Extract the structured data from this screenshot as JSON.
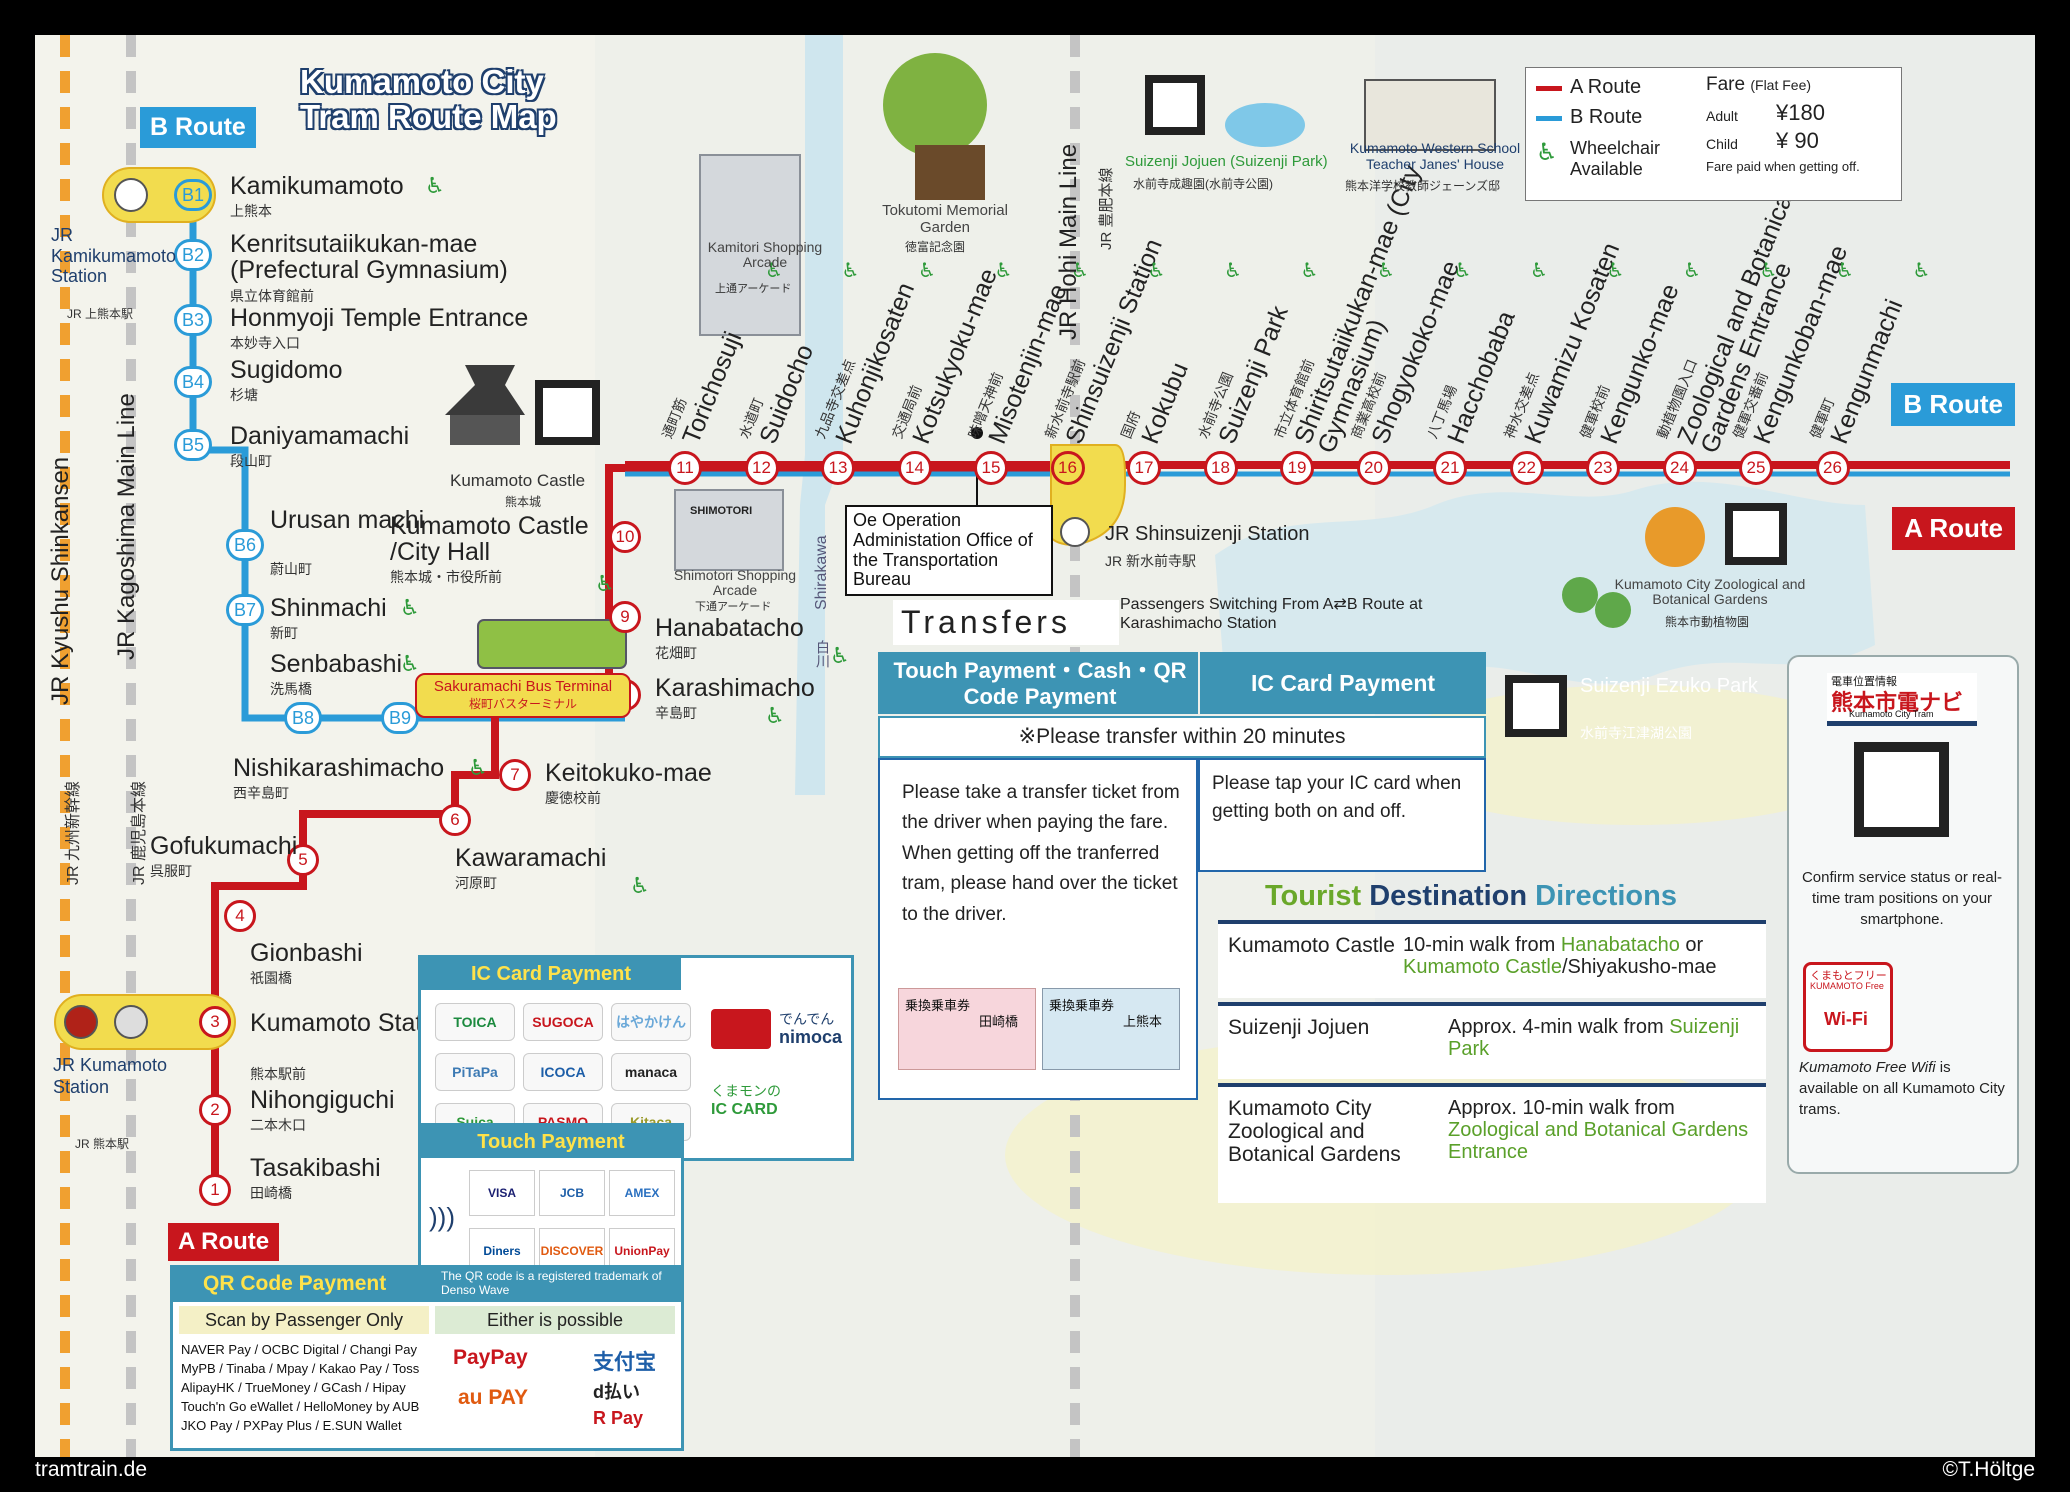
{
  "title": "Kumamoto City Tram Route Map",
  "colors": {
    "a_route": "#c8161d",
    "b_route": "#2a9bd8",
    "river": "#cfe6ee",
    "yellow": "#f2dc4e",
    "navy": "#1f3f6d",
    "green": "#2e9a3a"
  },
  "route_labels": {
    "b_top": "B Route",
    "b_right": "B Route",
    "a_right": "A Route",
    "a_bottom": "A Route"
  },
  "b_stations": [
    {
      "code": "B1",
      "name": "Kamikumamoto",
      "jp": "上熊本"
    },
    {
      "code": "B2",
      "name": "Kenritsutaiikukan-mae (Prefectural Gymnasium)",
      "jp": "県立体育館前"
    },
    {
      "code": "B3",
      "name": "Honmyoji Temple Entrance",
      "jp": "本妙寺入口"
    },
    {
      "code": "B4",
      "name": "Sugidomo",
      "jp": "杉塘"
    },
    {
      "code": "B5",
      "name": "Daniyamamachi",
      "jp": "段山町"
    },
    {
      "code": "B6",
      "name": "Urusan machi",
      "jp": "蔚山町"
    },
    {
      "code": "B7",
      "name": "Shinmachi",
      "jp": "新町"
    },
    {
      "code": "B8",
      "name": "Senbabashi",
      "jp": "洗馬橋"
    },
    {
      "code": "B9",
      "name": "Nishikarashimacho",
      "jp": "西辛島町"
    }
  ],
  "a_stations": [
    {
      "num": "1",
      "name": "Tasakibashi",
      "jp": "田崎橋"
    },
    {
      "num": "2",
      "name": "Nihongiguchi",
      "jp": "二本木口"
    },
    {
      "num": "3",
      "name": "Kumamoto Station",
      "jp": "熊本駅前"
    },
    {
      "num": "4",
      "name": "Gionbashi",
      "jp": "祇園橋"
    },
    {
      "num": "5",
      "name": "Gofukumachi",
      "jp": "呉服町"
    },
    {
      "num": "6",
      "name": "Kawaramachi",
      "jp": "河原町"
    },
    {
      "num": "7",
      "name": "Keitokuko-mae",
      "jp": "慶徳校前"
    },
    {
      "num": "8",
      "name": "Karashimacho",
      "jp": "辛島町"
    },
    {
      "num": "9",
      "name": "Hanabatacho",
      "jp": "花畑町"
    },
    {
      "num": "10",
      "name": "Kumamoto Castle /City Hall",
      "jp": "熊本城・市役所前"
    }
  ],
  "top_stations": [
    {
      "num": "11",
      "name": "Torichosuji",
      "jp": "通町筋"
    },
    {
      "num": "12",
      "name": "Suidocho",
      "jp": "水道町"
    },
    {
      "num": "13",
      "name": "Kuhonjikosaten",
      "jp": "九品寺交差点"
    },
    {
      "num": "14",
      "name": "Kotsukyoku-mae",
      "jp": "交通局前"
    },
    {
      "num": "15",
      "name": "Misotenjin-mae",
      "jp": "味噌天神前"
    },
    {
      "num": "16",
      "name": "Shinsuizenji Station",
      "jp": "新水前寺駅前"
    },
    {
      "num": "17",
      "name": "Kokubu",
      "jp": "国府"
    },
    {
      "num": "18",
      "name": "Suizenji Park",
      "jp": "水前寺公園"
    },
    {
      "num": "19",
      "name": "Shiritsutaiikukan-mae (City Gymnasium)",
      "jp": "市立体育館前"
    },
    {
      "num": "20",
      "name": "Shogyokoko-mae",
      "jp": "商業高校前"
    },
    {
      "num": "21",
      "name": "Hacchobaba",
      "jp": "八丁馬場"
    },
    {
      "num": "22",
      "name": "Kuwamizu Kosaten",
      "jp": "神水交差点"
    },
    {
      "num": "23",
      "name": "Kengunko-mae",
      "jp": "健軍校前"
    },
    {
      "num": "24",
      "name": "Zoological and Botanical Gardens Entrance",
      "jp": "動植物園入口"
    },
    {
      "num": "25",
      "name": "Kengunkoban-mae",
      "jp": "健軍交番前"
    },
    {
      "num": "26",
      "name": "Kengunmachi",
      "jp": "健軍町"
    }
  ],
  "rail_lines": {
    "shinkansen": "JR Kyushu Shinkansen",
    "shinkansen_jp": "JR 九州新幹線",
    "kagoshima": "JR Kagoshima Main Line",
    "kagoshima_jp": "JR 鹿児島本線",
    "hohi": "JR Hohi Main Line",
    "hohi_jp": "JR 豊肥本線",
    "kamikumamoto": "JR Kamikumamoto Station",
    "kamikumamoto_jp": "JR 上熊本駅",
    "kumamoto": "JR Kumamoto Station",
    "kumamoto_jp": "JR 熊本駅",
    "shinsuizenji": "JR Shinsuizenji Station",
    "shinsuizenji_jp": "JR 新水前寺駅",
    "river": "Shirakawa",
    "river_jp": "白川"
  },
  "landmarks": {
    "castle": "Kumamoto Castle",
    "castle_jp": "熊本城",
    "kamitori": "Kamitori Shopping Arcade",
    "kamitori_jp": "上通アーケード",
    "shimotori": "Shimotori Shopping Arcade",
    "shimotori_jp": "下通アーケード",
    "shimotori_sign": "SHIMOTORI",
    "tokutomi": "Tokutomi Memorial Garden",
    "tokutomi_jp": "徳富記念園",
    "suizenji_jojuen": "Suizenji Jojuen (Suizenji Park)",
    "suizenji_jojuen_jp": "水前寺成趣園(水前寺公園)",
    "janes": "Kumamoto Western School Teacher Janes' House",
    "janes_jp": "熊本洋学校教師ジェーンズ邸",
    "zoo": "Kumamoto City Zoological and Botanical Gardens",
    "zoo_jp": "熊本市動植物園",
    "ezuko": "Suizenji Ezuko Park",
    "ezuko_jp": "水前寺江津湖公園",
    "bus_terminal": "Sakuramachi Bus Terminal",
    "bus_terminal_jp": "桜町バスターミナル",
    "oe_office": "Oe Operation Administation Office of the Transportation Bureau"
  },
  "legend": {
    "a": "A Route",
    "b": "B Route",
    "wheelchair": "Wheelchair Available",
    "fare_title": "Fare",
    "fare_flat": "(Flat Fee)",
    "adult_label": "Adult",
    "adult_price": "¥180",
    "child_label": "Child",
    "child_price": "¥ 90",
    "fare_note": "Fare paid when getting off."
  },
  "transfers": {
    "title": "Transfers",
    "subtitle": "Passengers Switching From A⇄B Route at Karashimacho Station",
    "touch_header": "Touch Payment・Cash・QR Code Payment",
    "ic_header": "IC Card Payment",
    "within": "※Please transfer within 20 minutes",
    "touch_text": "Please take a transfer ticket from the driver when paying the fare. When getting off the tranferred tram, please hand over the ticket to the driver.",
    "ic_text": "Please tap your IC card when getting both on and off.",
    "ticket_a_stop": "上熊本",
    "ticket_b_stop": "田崎橋",
    "ticket_label": "乗換乗車券"
  },
  "tourist": {
    "title_1": "Tourist",
    "title_2": "Destination",
    "title_3": "Directions",
    "rows": [
      {
        "place": "Kumamoto Castle",
        "dir_1": "10-min walk from",
        "dir_hl1": "Hanabatacho",
        "dir_2": "or",
        "dir_hl2": "Kumamoto Castle",
        "dir_3": "/Shiyakusho-mae"
      },
      {
        "place": "Suizenji Jojuen",
        "dir_1": "Approx. 4-min walk from",
        "dir_hl1": "Suizenji Park",
        "dir_2": "",
        "dir_hl2": "",
        "dir_3": ""
      },
      {
        "place": "Kumamoto City Zoological and Botanical Gardens",
        "dir_1": "Approx. 10-min walk from",
        "dir_hl1": "Zoological and Botanical Gardens Entrance",
        "dir_2": "",
        "dir_hl2": "",
        "dir_3": ""
      }
    ]
  },
  "navi": {
    "jp_small": "電車位置情報",
    "jp_title": "熊本市電ナビ",
    "sub": "Kumamoto City Tram",
    "text": "Confirm service status or real-time tram positions on your smartphone.",
    "wifi_jp": "くまもとフリー",
    "wifi_brand": "KUMAMOTO Free",
    "wifi_label": "Wi-Fi",
    "wifi_text_italic": "Kumamoto Free Wifi",
    "wifi_text": "is available on all Kumamoto City trams."
  },
  "ic_payment": {
    "header": "IC Card Payment",
    "cards": [
      "TOICA",
      "SUGOCA",
      "はやかけん",
      "PiTaPa",
      "ICOCA",
      "manaca",
      "Suica",
      "PASMO",
      "Kitaca"
    ],
    "nimoca_jp": "でんでん",
    "nimoca": "nimoca",
    "kumamon_jp": "くまモンの",
    "kumamon": "IC CARD"
  },
  "touch_payment": {
    "header": "Touch Payment",
    "brands": [
      "VISA",
      "JCB",
      "AMEX",
      "Diners Club",
      "DISCOVER",
      "UnionPay 银联"
    ]
  },
  "qr_payment": {
    "header": "QR Code Payment",
    "note": "The QR code is a registered trademark of Denso Wave",
    "scan_title": "Scan by Passenger Only",
    "either_title": "Either is possible",
    "scan_list": [
      "NAVER Pay / OCBC Digital / Changi Pay",
      "MyPB / Tinaba / Mpay / Kakao Pay / Toss",
      "AlipayHK / TrueMoney / GCash / Hipay",
      "Touch'n Go eWallet / HelloMoney by AUB",
      "JKO Pay / PXPay Plus / E.SUN Wallet"
    ],
    "either_list": [
      "PayPay",
      "支付宝",
      "au PAY",
      "d払い",
      "R Pay"
    ]
  },
  "footer": {
    "left": "tramtrain.de",
    "right": "©T.Höltge"
  }
}
